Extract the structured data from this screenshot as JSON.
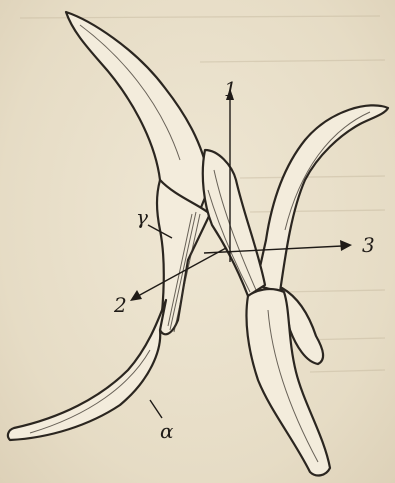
{
  "labels": {
    "axis_1": "1",
    "axis_2": "2",
    "axis_3": "3",
    "gamma": "γ",
    "alpha": "α"
  },
  "colors": {
    "paper": "#ece3cf",
    "ink": "#2b2620",
    "bone": "#f3ecdc"
  }
}
